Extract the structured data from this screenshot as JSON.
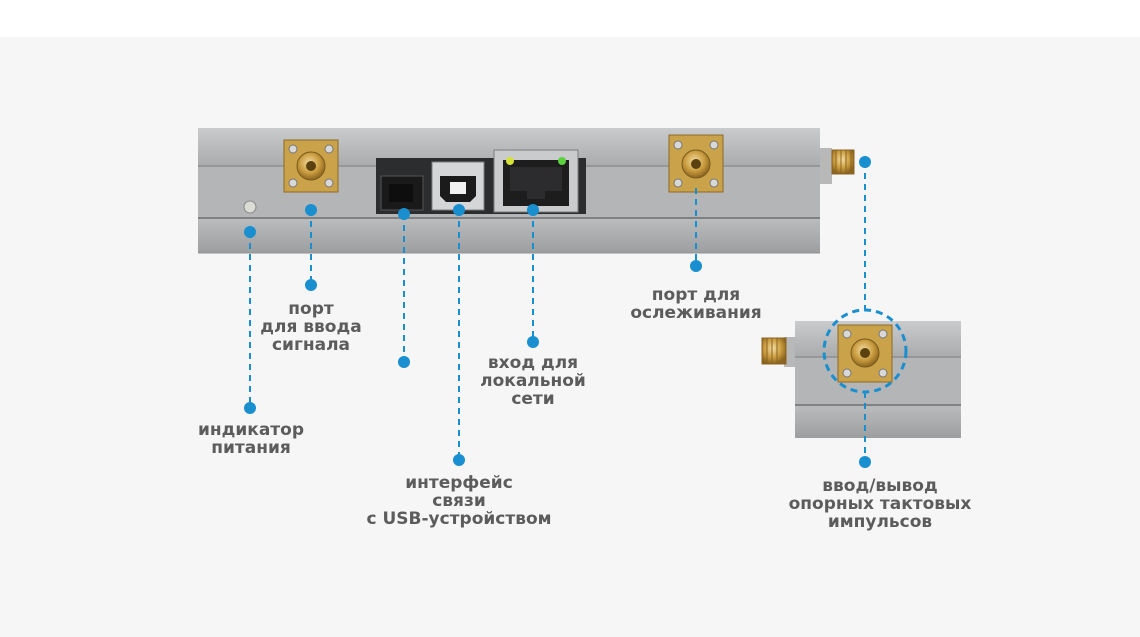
{
  "colors": {
    "accent": "#1a8fd0",
    "label_text": "#5c5c5c",
    "metal": "#aeb0b2",
    "brass": "#c79a3c",
    "background": "#f6f6f7"
  },
  "labels": {
    "power_indicator": [
      "индикатор",
      "питания"
    ],
    "signal_input_port": [
      "порт",
      "для ввода",
      "сигнала"
    ],
    "usb_interface": [
      "интерфейс",
      "связи",
      "с USB-устройством"
    ],
    "lan_input": [
      "вход для",
      "локальной",
      "сети"
    ],
    "tracking_port": [
      "порт для",
      "ослеживания"
    ],
    "reference_clock_io": [
      "ввод/вывод",
      "опорных тактовых",
      "импульсов"
    ]
  }
}
